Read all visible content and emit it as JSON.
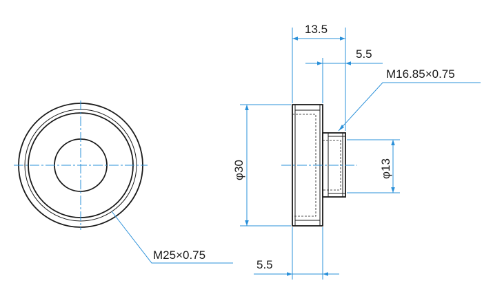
{
  "dimensions": {
    "total_length": "13.5",
    "thread_length": "5.5",
    "thread_spec_small": "M16.85×0.75",
    "diameter_outer": "φ30",
    "diameter_inner": "φ13",
    "flange_thickness": "5.5",
    "thread_spec_large": "M25×0.75"
  },
  "colors": {
    "dimension_line": "#2a90d9",
    "part_outline": "#1a1a1a"
  }
}
